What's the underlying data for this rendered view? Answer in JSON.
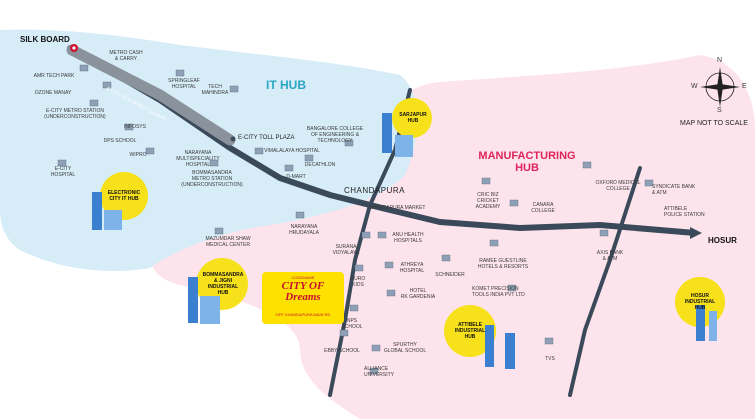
{
  "zones": {
    "it_hub": "IT HUB",
    "manufacturing_hub": "MANUFACTURING\nHUB"
  },
  "endpoints": {
    "silk_board": "SILK BOARD",
    "hosur": "HOSUR"
  },
  "compass": {
    "n": "N",
    "s": "S",
    "e": "E",
    "w": "W",
    "note": "MAP NOT TO SCALE"
  },
  "roads": {
    "elevated": "E-CITY ELEVATED TOLLWAY"
  },
  "areas": {
    "chandapura": "CHANDAPURA"
  },
  "hubs": {
    "electronic_city": "ELECTRONIC\nCITY IT HUB",
    "sarjapur": "SARJAPUR\nHUB",
    "bommasandra": "BOMMASANDRA\n& JIGNI\nINDUSTRIAL\nHUB",
    "attibele": "ATTIBELE\nINDUSTRIAL\nHUB",
    "hosur": "HOSUR\nINDUSTRIAL\nHUB"
  },
  "project": {
    "small": "CODENAME",
    "main": "CITY OF\nDreams",
    "sub": "OFF CHANDAPURA MAIN RD"
  },
  "landmarks": {
    "metro_cash_carry": "METRO CASH\n& CARRY",
    "amr_tech_park": "AMR TECH PARK",
    "ozone_manay": "OZONE MANAY",
    "springleaf": "SPRINGLEAF\nHOSPITAL",
    "tech_mahindra": "TECH\nMAHINDRA",
    "ecity_metro": "E-CITY METRO STATION\n(UNDERCONSTRUCTION)",
    "infosys": "INFOSYS",
    "dps_school": "DPS SCHOOL",
    "ecity_toll": "E-CITY TOLL PLAZA",
    "wipro": "WIPRO",
    "narayana_multi": "NARAYANA\nMULTISPECIALITY\nHOSPITAL",
    "vimalalaya": "VIMALALAYA HOSPITAL",
    "bangalore_college": "BANGALORE COLLEGE\nOF ENGINEERING &\nTECHNOLOGY",
    "decathlon": "DECATHLON",
    "ecity_hospital": "E-CITY\nHOSPITAL",
    "bommasandra_metro": "BOMMASANDRA\nMETRO STATION\n(UNDERCONSTRUCTION)",
    "dmart": "D-MART",
    "chandapura_market": "CHANDAPURA MARKET",
    "cric_biz": "CRIC BIZ\nCRICKET\nACADEMY",
    "canara_college": "CANARA\nCOLLEGE",
    "oxford": "OXFORD MEDICAL\nCOLLEGE",
    "syndicate_bank": "SYNDICATE BANK\n& ATM",
    "attibele_police": "ATTIBELE\nPOLICE STATION",
    "mazumdar": "MAZUMDAR SHAW\nMEDICAL CENTER",
    "narayana_hrudayala": "NARAYANA\nHRUDAYALA",
    "surana": "SURANA\nVIDYALAYA",
    "anu_health": "ANU HEALTH\nHOSPITALS",
    "athreya": "ATHREYA\nHOSPITAL",
    "euro_kids": "EURO\nKIDS",
    "schneider": "SCHNEIDER",
    "hotel_rk": "HOTEL\nRK GARDENIA",
    "ramee": "RAMEE GUESTLINE\nHOTELS & RESORTS",
    "komet": "KOMET PRECISION\nTOOLS INDIA PVT LTD",
    "axis_bank": "AXIS BANK\n& ATM",
    "nps_school": "NPS\nSCHOOL",
    "ebby_school": "EBBY SCHOOL",
    "spurthy": "SPURTHY\nGLOBAL SCHOOL",
    "alliance": "ALLIANCE\nUNIVERSITY",
    "tvs": "TVS"
  },
  "colors": {
    "it_zone": "#d6ecf7",
    "manufacturing_zone": "#fde4ec",
    "road": "#3b4a5a",
    "elevated_road": "#8a939c",
    "hub_circle": "#f7e11b",
    "it_title": "#2aa6c4",
    "manufacturing_title": "#e0245e",
    "project_red": "#c8102e"
  }
}
